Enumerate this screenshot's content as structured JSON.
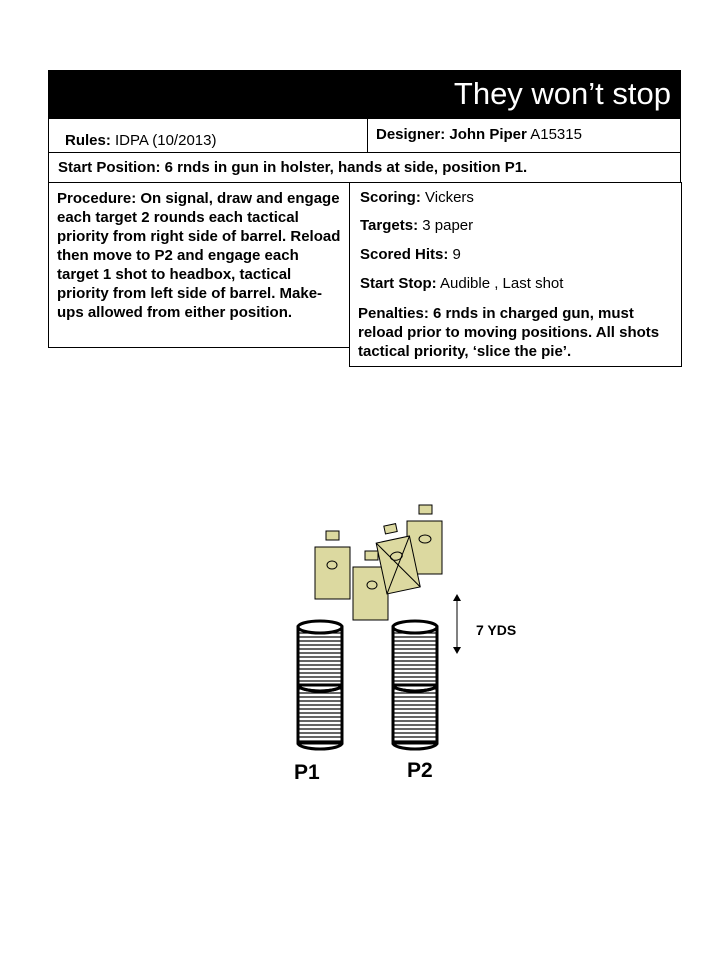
{
  "title": "They won’t stop",
  "rules": {
    "label": "Rules:",
    "value": "IDPA (10/2013)"
  },
  "designer": {
    "label": "Designer: John Piper",
    "value": "A15315"
  },
  "start_position": "Start Position: 6 rnds in gun in holster, hands at side, position P1.",
  "procedure": "Procedure: On signal, draw and engage each target 2 rounds each tactical priority from right side of barrel.  Reload then move to P2 and engage each target 1 shot  to headbox, tactical priority from left side of barrel.  Make-ups allowed from either position.",
  "scoring": {
    "label": "Scoring:",
    "value": "Vickers"
  },
  "targets": {
    "label": "Targets:",
    "value": "3 paper"
  },
  "scored_hits": {
    "label": "Scored Hits:",
    "value": "9"
  },
  "start_stop": {
    "label": "Start Stop:",
    "value": "Audible , Last shot"
  },
  "penalties": "Penalties: 6 rnds in charged gun, must reload prior to moving positions.  All shots tactical priority, ‘slice the pie’.",
  "diagram": {
    "distance_label": "7 YDS",
    "position_labels": [
      "P1",
      "P2"
    ],
    "colors": {
      "target_fill": "#dcd9a0",
      "outline": "#000000",
      "background": "#ffffff"
    },
    "icons": [
      "paper-target-icon",
      "no-shoot-target-icon",
      "barrel-icon",
      "double-arrow-icon"
    ]
  }
}
